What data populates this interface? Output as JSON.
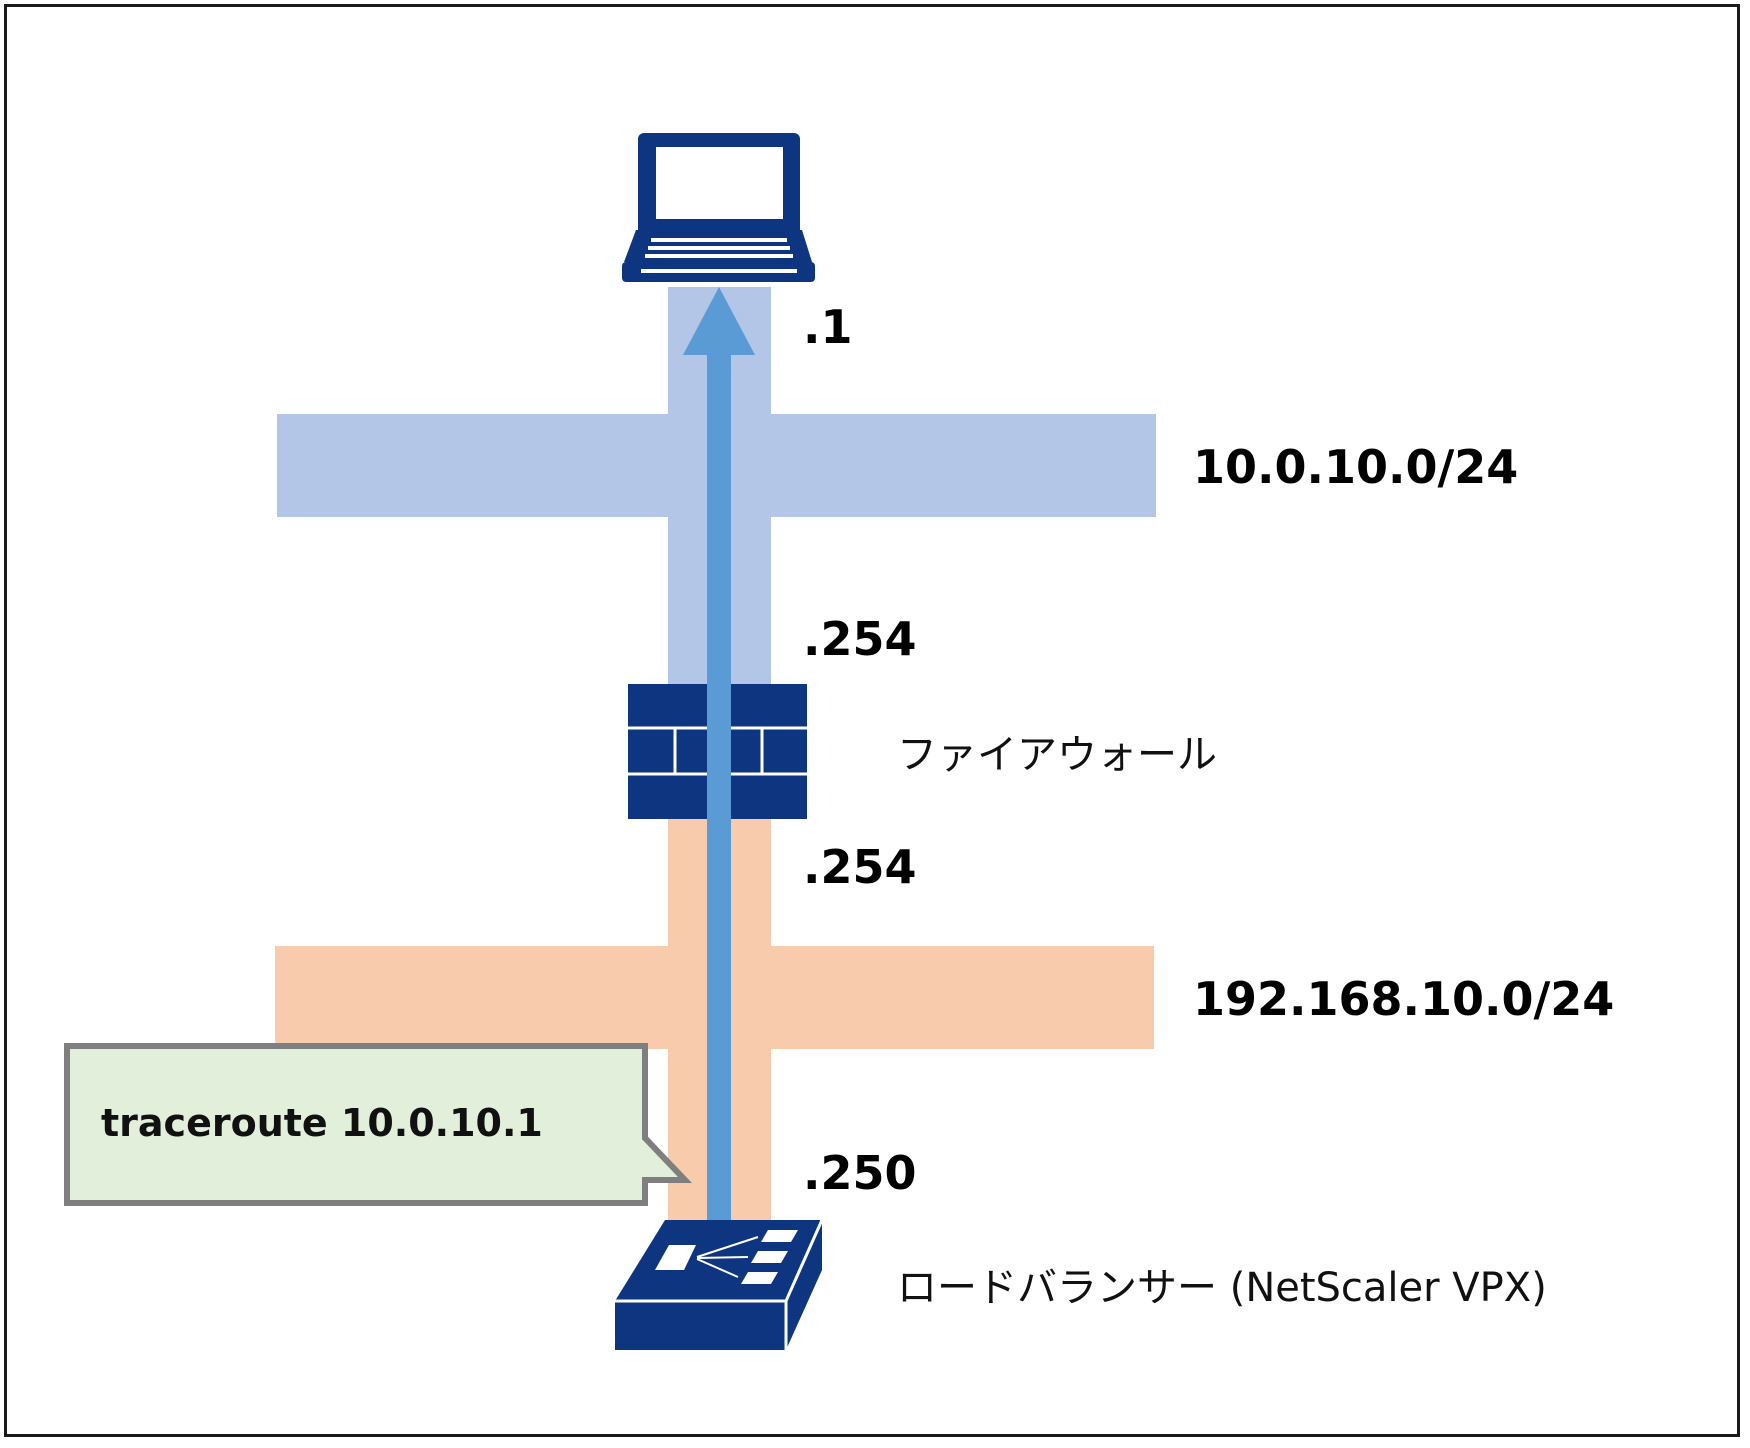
{
  "addresses": {
    "client": ".1",
    "fw_upper": ".254",
    "fw_lower": ".254",
    "lb": ".250"
  },
  "networks": {
    "upper": "10.0.10.0/24",
    "lower": "192.168.10.0/24"
  },
  "devices": {
    "firewall": "ファイアウォール",
    "load_balancer": "ロードバランサー (NetScaler VPX)"
  },
  "callout": {
    "text": "traceroute 10.0.10.1"
  },
  "colors": {
    "upper_network": "#b4c6e7",
    "lower_network": "#f8cbad",
    "device_blue": "#0d3580",
    "arrow_blue": "#5b9bd5",
    "callout_fill": "#e2efda",
    "callout_border": "#7f7f7f"
  },
  "icons": [
    "laptop-icon",
    "firewall-icon",
    "load-balancer-icon",
    "arrow-up-icon"
  ]
}
